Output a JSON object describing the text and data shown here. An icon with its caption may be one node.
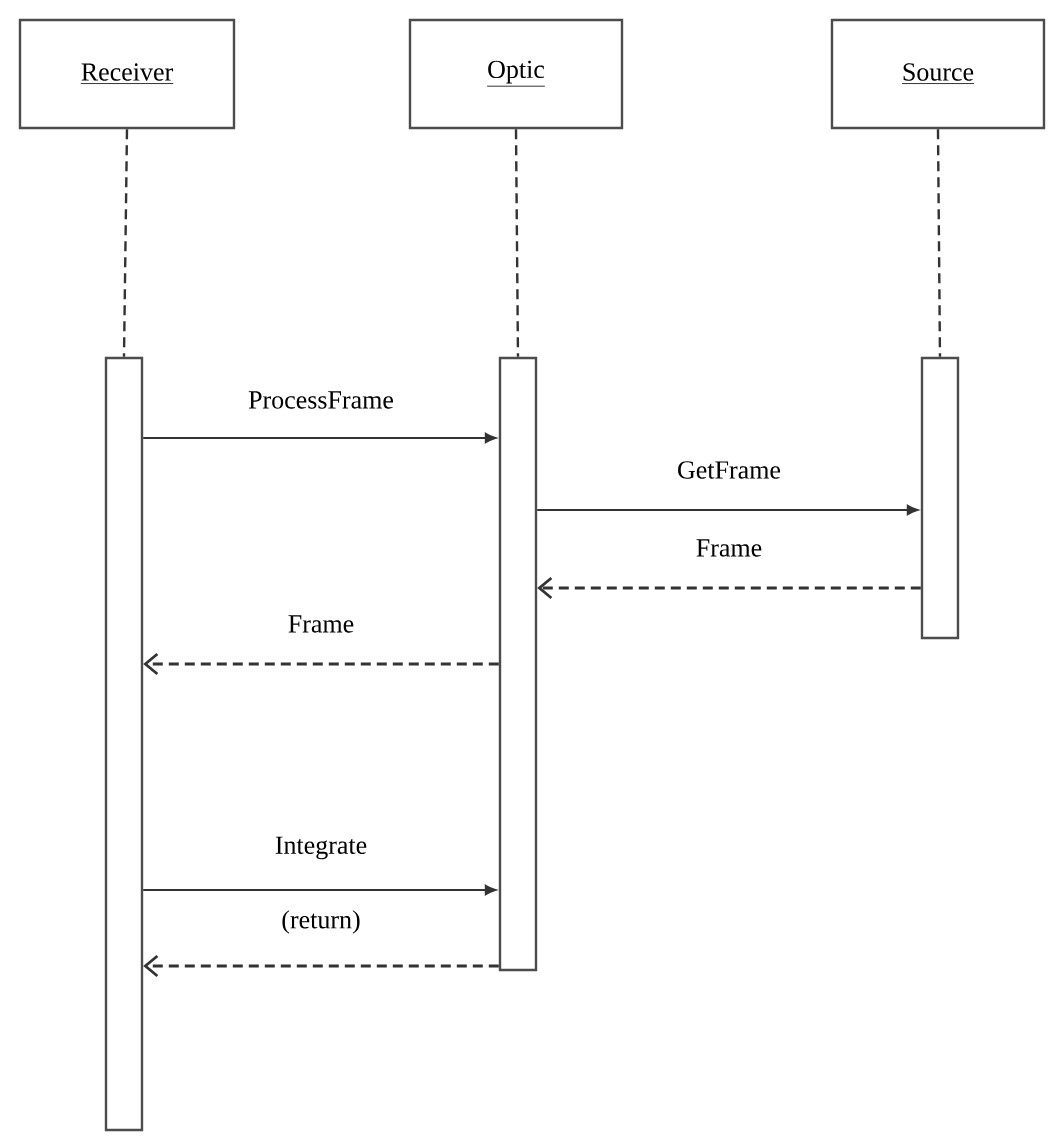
{
  "diagram": {
    "nodes": [
      {
        "text": [
          "Receiver"
        ]
      },
      {
        "text": [
          "Optic"
        ]
      },
      {
        "text": [
          "Source"
        ]
      },
      {
        "text": [],
        "shape": "bar"
      },
      {
        "text": [],
        "shape": "bar"
      },
      {
        "text": [],
        "shape": "bar"
      }
    ],
    "edges": [
      {
        "from": 0,
        "to": 3,
        "arrow": "none",
        "style": "dashed"
      },
      {
        "from": 1,
        "to": 4,
        "arrow": "none",
        "style": "dashed"
      },
      {
        "from": 2,
        "to": 5,
        "arrow": "none",
        "style": "dashed"
      },
      {
        "from": 3,
        "to": 4,
        "arrow": "to",
        "label": "ProcessFrame"
      },
      {
        "from": 4,
        "to": 5,
        "arrow": "to",
        "label": "GetFrame"
      },
      {
        "from": 5,
        "to": 4,
        "arrow": "to",
        "label": "Frame",
        "style": "dashed"
      },
      {
        "from": 4,
        "to": 3,
        "arrow": "to",
        "label": "Frame",
        "style": "dashed"
      },
      {
        "from": 3,
        "to": 4,
        "arrow": "to",
        "label": "Integrate"
      },
      {
        "from": 4,
        "to": 3,
        "arrow": "to",
        "label": "(return)",
        "style": "dashed"
      }
    ]
  }
}
